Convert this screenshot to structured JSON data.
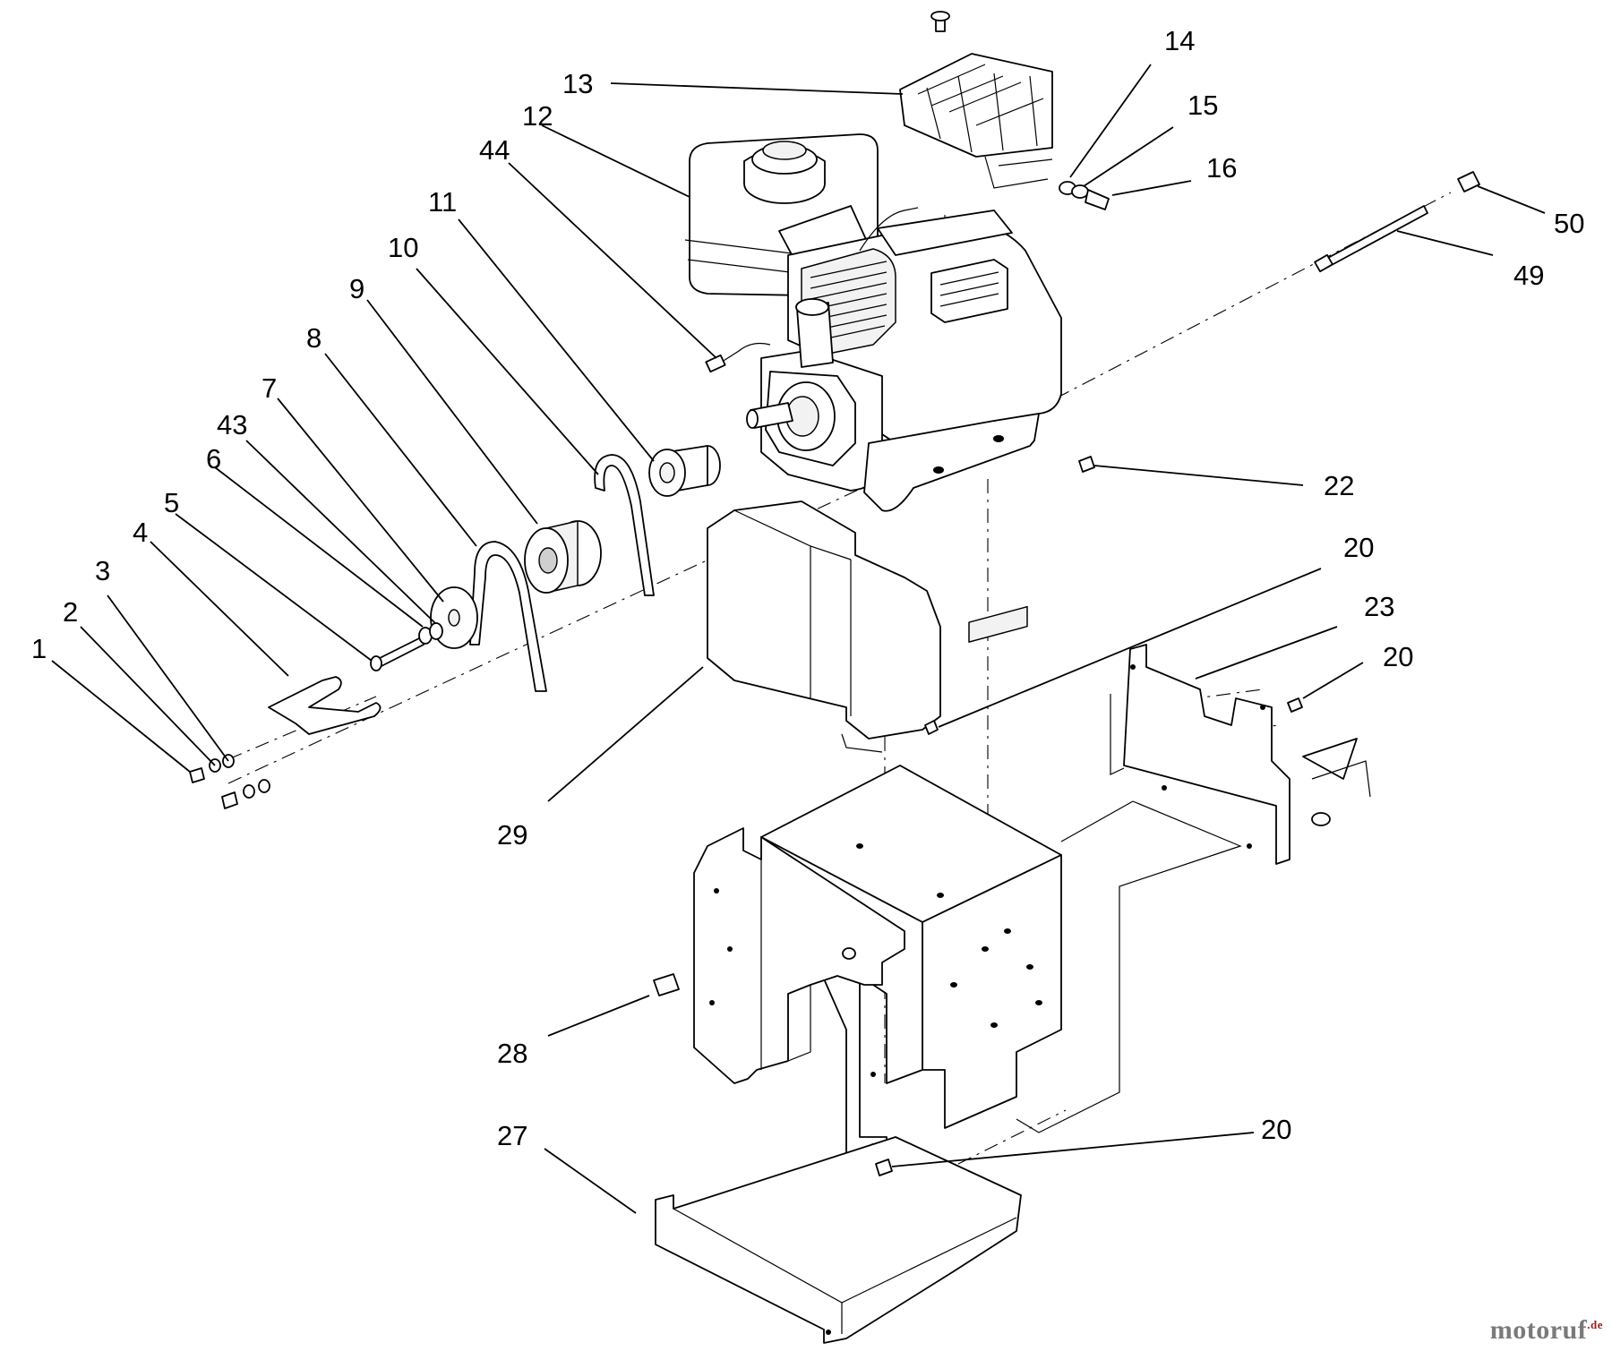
{
  "callouts": {
    "c1": "1",
    "c2": "2",
    "c3": "3",
    "c4": "4",
    "c5": "5",
    "c6": "6",
    "c7": "7",
    "c8": "8",
    "c9": "9",
    "c10": "10",
    "c11": "11",
    "c12": "12",
    "c13": "13",
    "c14": "14",
    "c15": "15",
    "c16": "16",
    "c20a": "20",
    "c20b": "20",
    "c20c": "20",
    "c22": "22",
    "c23": "23",
    "c27": "27",
    "c28": "28",
    "c29": "29",
    "c43": "43",
    "c44": "44",
    "c49": "49",
    "c50": "50"
  },
  "watermark": {
    "text": "motoruf",
    "tld": ".de"
  }
}
